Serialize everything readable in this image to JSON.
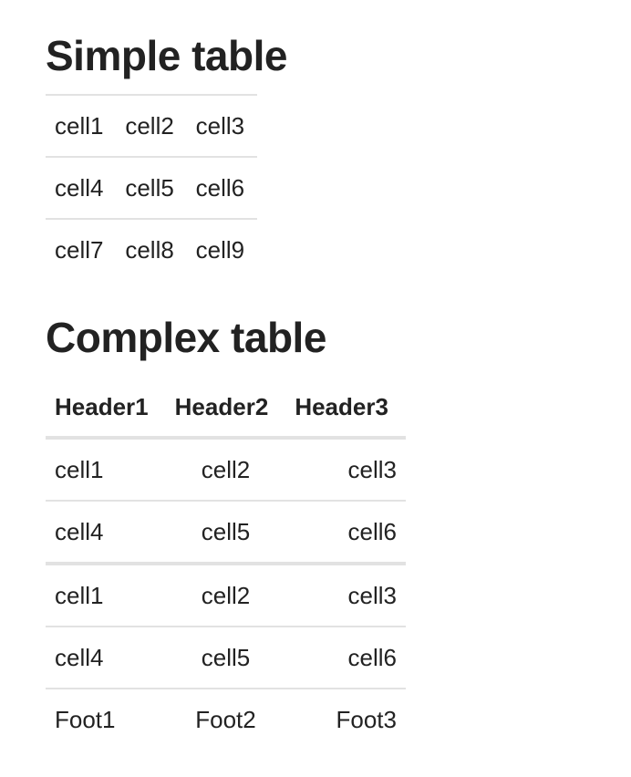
{
  "simple": {
    "title": "Simple table",
    "rows": [
      [
        "cell1",
        "cell2",
        "cell3"
      ],
      [
        "cell4",
        "cell5",
        "cell6"
      ],
      [
        "cell7",
        "cell8",
        "cell9"
      ]
    ]
  },
  "complex": {
    "title": "Complex table",
    "headers": [
      "Header1",
      "Header2",
      "Header3"
    ],
    "body1": [
      [
        "cell1",
        "cell2",
        "cell3"
      ],
      [
        "cell4",
        "cell5",
        "cell6"
      ]
    ],
    "body2": [
      [
        "cell1",
        "cell2",
        "cell3"
      ],
      [
        "cell4",
        "cell5",
        "cell6"
      ]
    ],
    "footer": [
      "Foot1",
      "Foot2",
      "Foot3"
    ]
  }
}
